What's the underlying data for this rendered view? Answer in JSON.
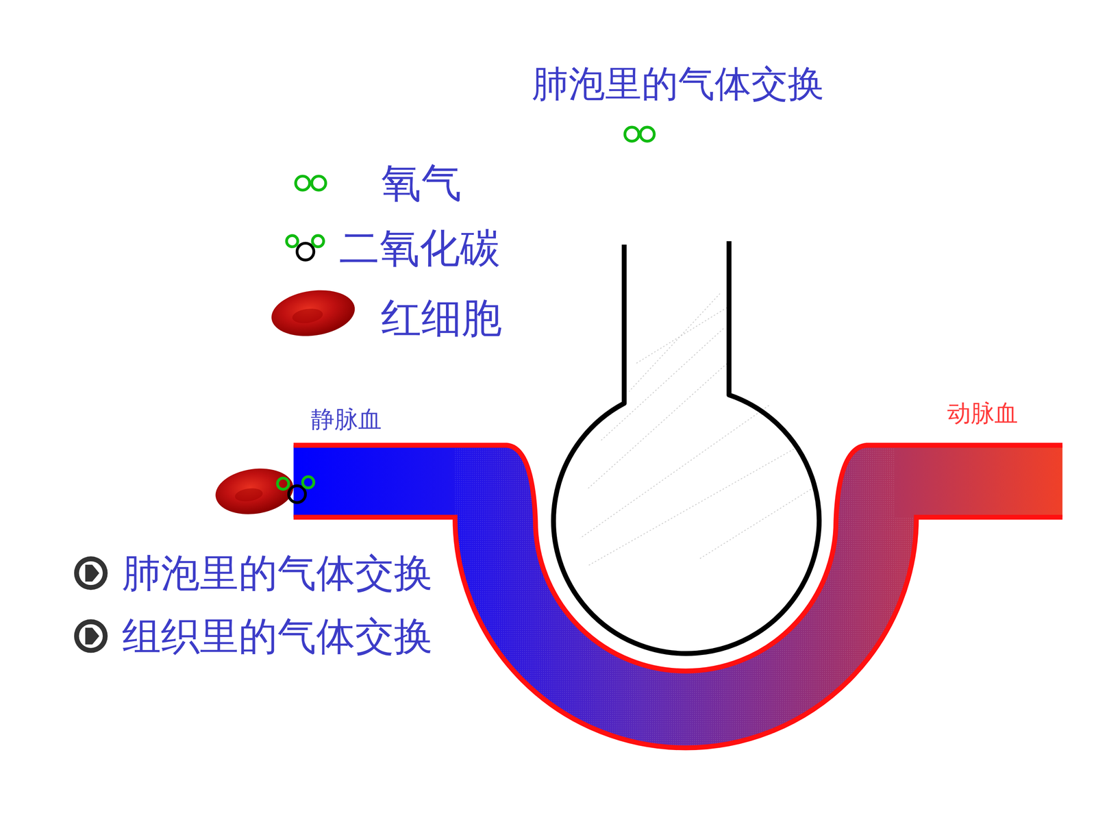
{
  "diagram": {
    "title": "肺泡里的气体交换",
    "labels": [
      "静脉血",
      "动脉血",
      "肺泡里的气体交换",
      "组织里的气体交换"
    ],
    "legend": [
      {
        "text": "氧气"
      },
      {
        "text": "二氧化碳"
      },
      {
        "text": "红细胞"
      }
    ]
  }
}
